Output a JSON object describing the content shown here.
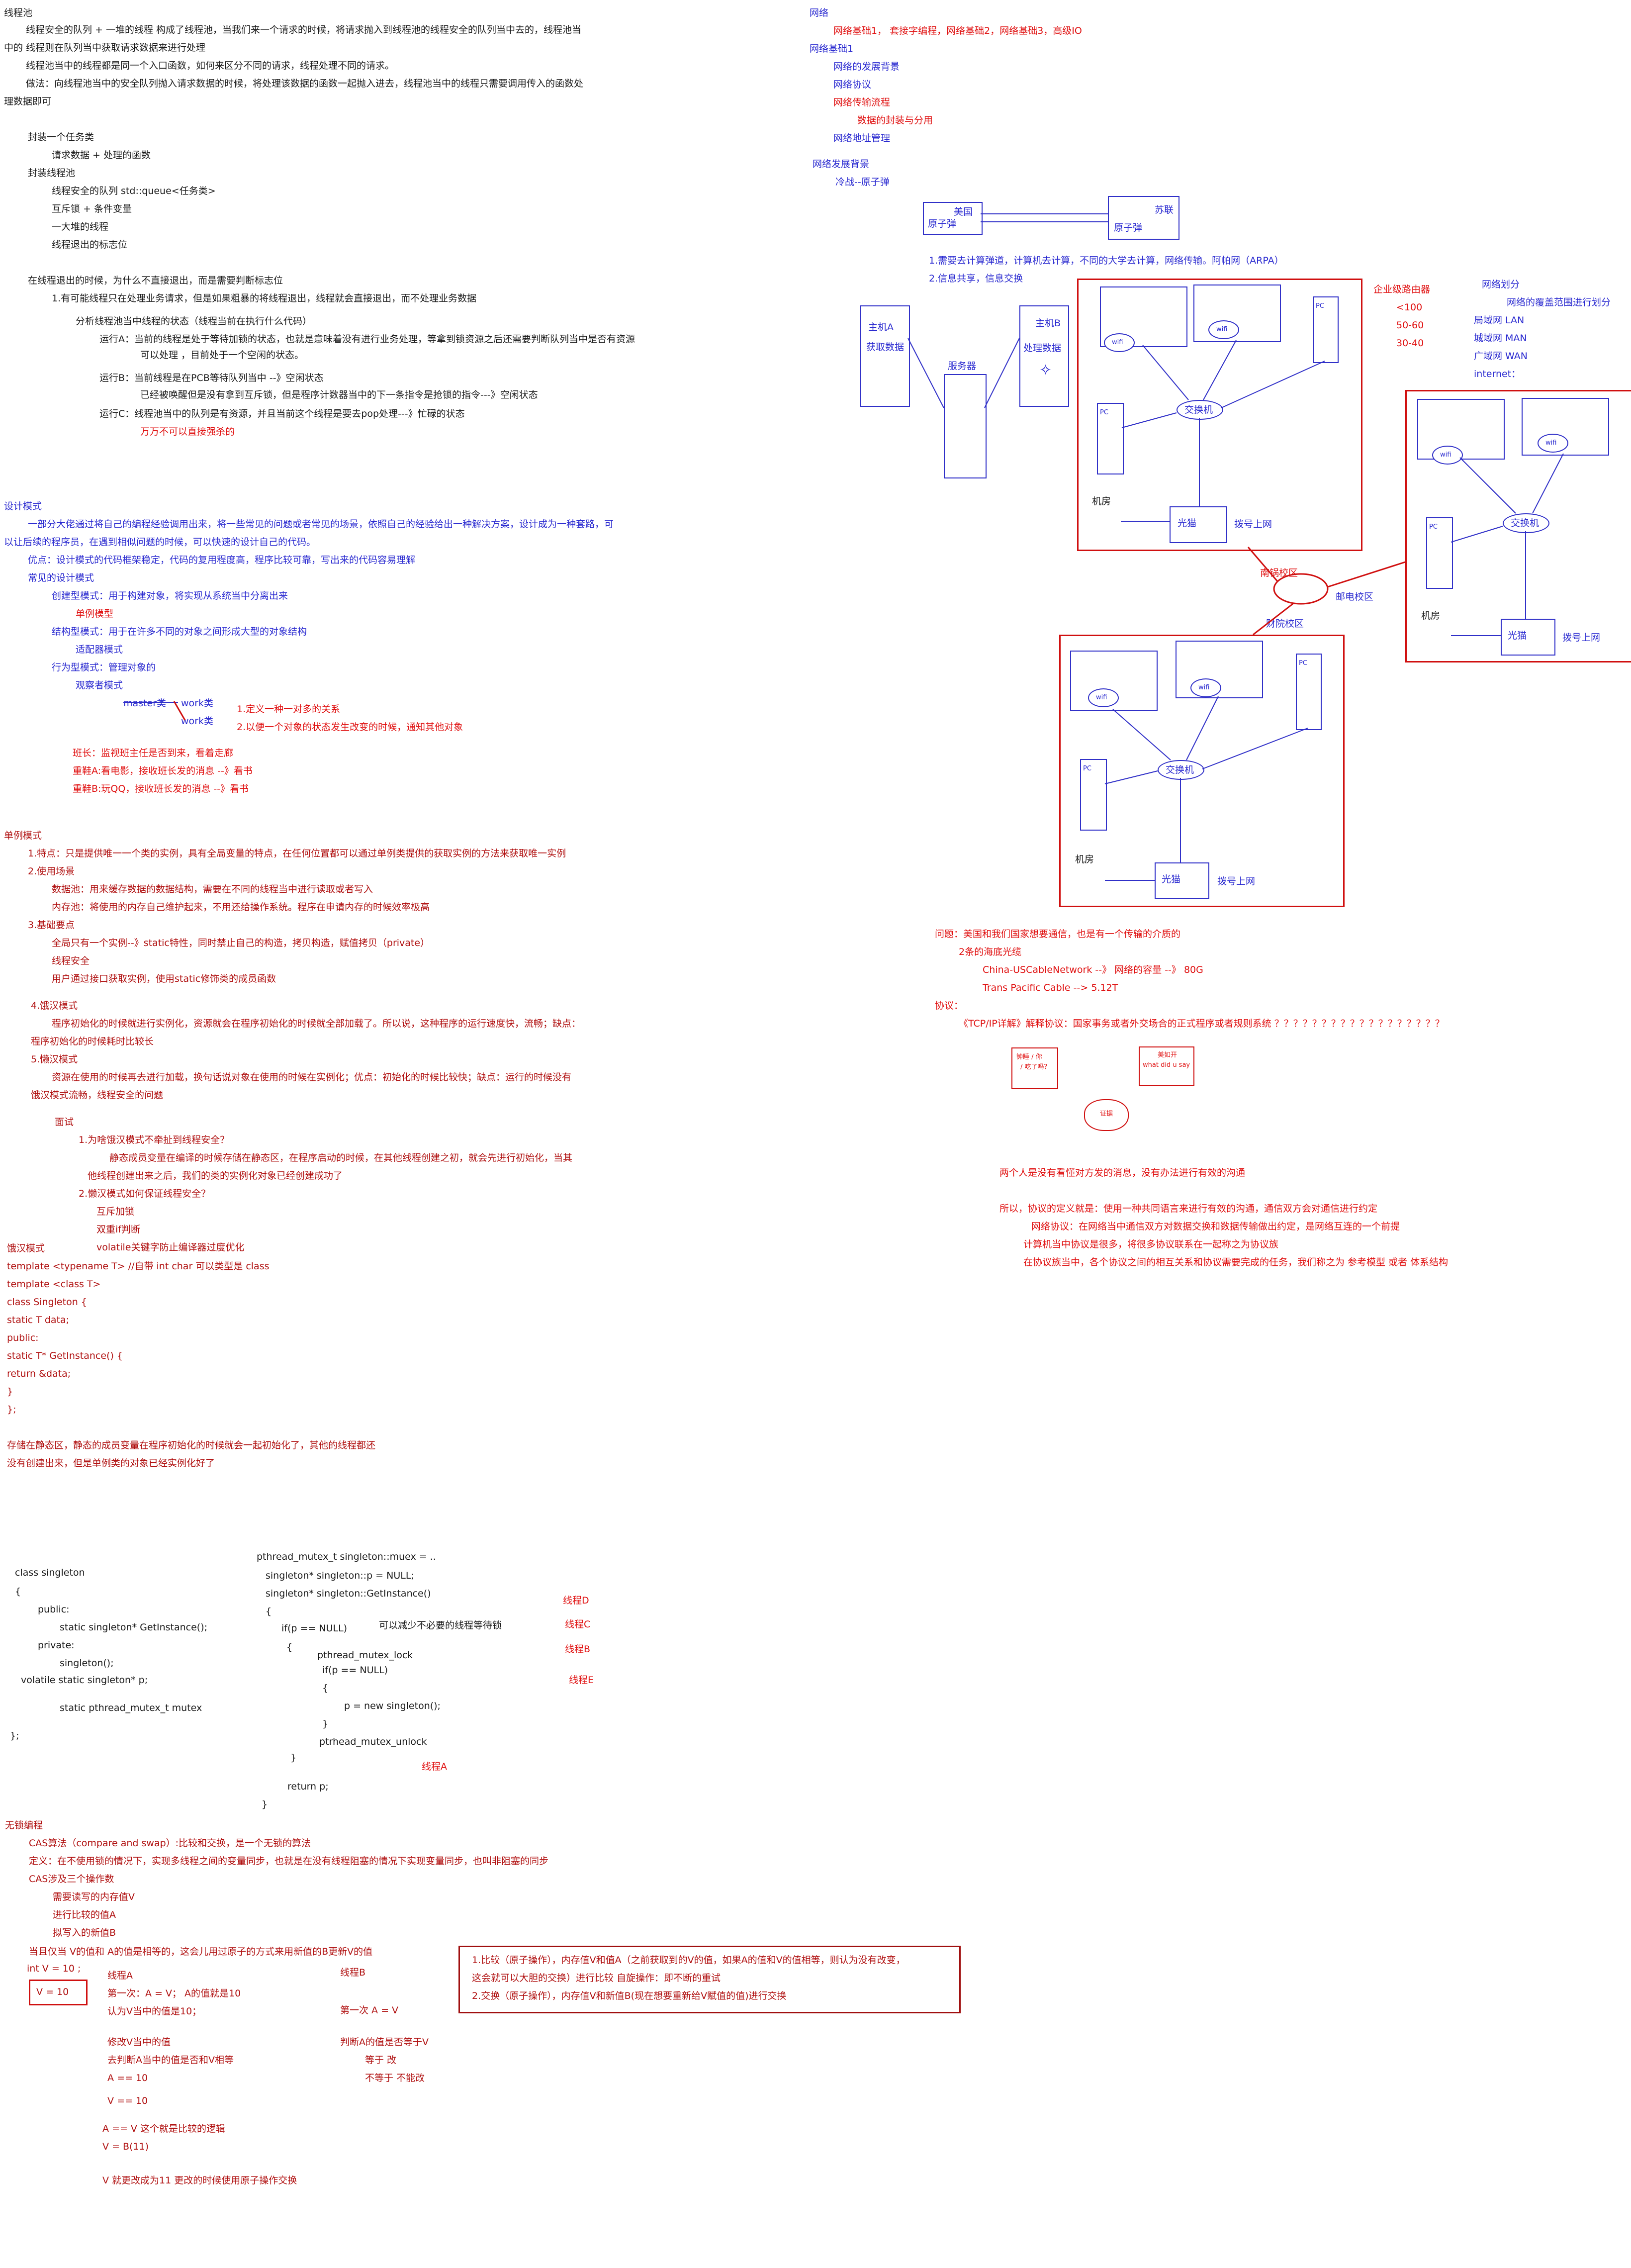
{
  "threadpool": {
    "title": "线程池",
    "p1": "线程安全的队列 + 一堆的线程 构成了线程池，当我们来一个请求的时候，将请求抛入到线程池的线程安全的队列当中去的，线程池当",
    "p1b": "中的 线程则在队列当中获取请求数据来进行处理",
    "p2": "线程池当中的线程都是同一个入口函数，如何来区分不同的请求，线程处理不同的请求。",
    "p3": "做法：向线程池当中的安全队列抛入请求数据的时候，将处理该数据的函数一起抛入进去，线程池当中的线程只需要调用传入的函数处",
    "p3b": "理数据即可",
    "task": "封装一个任务类",
    "task_detail": "请求数据 + 处理的函数",
    "pool": "封装线程池",
    "pool_items": [
      "线程安全的队列 std::queue<任务类>",
      "互斥锁 + 条件变量",
      "一大堆的线程",
      "线程退出的标志位"
    ],
    "exit_q": "在线程退出的时候，为什么不直接退出，而是需要判断标志位",
    "exit_1": "1.有可能线程只在处理业务请求，但是如果粗暴的将线程退出，线程就会直接退出，而不处理业务数据",
    "exit_analysis": "分析线程池当中线程的状态（线程当前在执行什么代码）",
    "runA1": "运行A：当前的线程是处于等待加锁的状态，也就是意味着没有进行业务处理，等拿到锁资源之后还需要判断队列当中是否有资源",
    "runA2": "可以处理 ，目前处于一个空闲的状态。",
    "runB1": "运行B：当前线程是在PCB等待队列当中 --》空闲状态",
    "runB2": "已经被唤醒但是没有拿到互斥锁，但是程序计数器当中的下一条指令是抢锁的指令---》空闲状态",
    "runC1": "运行C：线程池当中的队列是有资源，并且当前这个线程是要去pop处理---》忙碌的状态",
    "runC2": "万万不可以直接强杀的"
  },
  "design": {
    "title": "设计模式",
    "intro1": "一部分大佬通过将自己的编程经验调用出来，将一些常见的问题或者常见的场景，依照自己的经验给出一种解决方案，设计成为一种套路，可",
    "intro2": "以让后续的程序员，在遇到相似问题的时候，可以快速的设计自己的代码。",
    "pros": "优点：设计模式的代码框架稳定，代码的复用程度高，程序比较可靠，写出来的代码容易理解",
    "common": "常见的设计模式",
    "creational": "创建型模式：用于构建对象，将实现从系统当中分离出来",
    "singleton": "单例模型",
    "structural": "结构型模式：用于在许多不同的对象之间形成大型的对象结构",
    "adapter": "适配器模式",
    "behavioral": "行为型模式：管理对象的",
    "observer": "观察者模式",
    "master": "master类",
    "work1": "work类",
    "work2": "work类",
    "obs1": "1.定义一种一对多的关系",
    "obs2": "2.以便一个对象的状态发生改变的时候，通知其他对象",
    "ex1": "班长：监视班主任是否到来，看着走廊",
    "ex2": "重鞋A:看电影，接收班长发的消息 --》看书",
    "ex3": "重鞋B:玩QQ，接收班长发的消息 --》看书"
  },
  "single": {
    "title": "单例模式",
    "f1": "1.特点：只是提供唯一一个类的实例，具有全局变量的特点，在任何位置都可以通过单例类提供的获取实例的方法来获取唯一实例",
    "f2": "2.使用场景",
    "f2a": "数据池：用来缓存数据的数据结构，需要在不同的线程当中进行读取或者写入",
    "f2b": "内存池：将使用的内存自己维护起来，不用还给操作系统。程序在申请内存的时候效率极高",
    "f3": "3.基础要点",
    "f3a": "全局只有一个实例--》static特性，同时禁止自己的构造，拷贝构造，赋值拷贝（private）",
    "f3b": "线程安全",
    "f3c": "用户通过接口获取实例，使用static修饰类的成员函数",
    "f4": "4.饿汉模式",
    "f4a": "程序初始化的时候就进行实例化，资源就会在程序初始化的时候就全部加载了。所以说，这种程序的运行速度快，流畅；缺点：",
    "f4b": "程序初始化的时候耗时比较长",
    "f5": "5.懒汉模式",
    "f5a": "资源在使用的时候再去进行加载，换句话说对象在使用的时候在实例化；优点：初始化的时候比较快；缺点：运行的时候没有",
    "f5b": "饿汉模式流畅，线程安全的问题",
    "iv": "面试",
    "iv1": "1.为啥饿汉模式不牵扯到线程安全？",
    "iv1a": "静态成员变量在编译的时候存储在静态区，在程序启动的时候，在其他线程创建之初，就会先进行初始化，当其",
    "iv1b": "他线程创建出来之后，我们的类的实例化对象已经创建成功了",
    "iv2": "2.懒汉模式如何保证线程安全？",
    "iv2a": "互斥加锁",
    "iv2b": "双重if判断",
    "lazy_vol": "volatile关键字防止编译器过度优化"
  },
  "code1": {
    "hungry": "饿汉模式",
    "lines": [
      "template <typename T>  //自带 int char 可以类型是 class",
      "template <class T>",
      "class Singleton {",
      "  static T data;",
      "public:",
      "  static T* GetInstance() {",
      "    return &data;",
      "  }",
      "};"
    ],
    "note1": "存储在静态区，静态的成员变量在程序初始化的时候就会一起初始化了，其他的线程都还",
    "note2": "没有创建出来，但是单例类的对象已经实例化好了"
  },
  "code2": {
    "left": [
      "class singleton",
      "{",
      "public:",
      "static singleton* GetInstance();",
      "private:",
      "singleton();",
      "volatile static singleton* p;",
      "static pthread_mutex_t mutex",
      "};"
    ],
    "right": [
      "pthread_mutex_t singleton::muex = ..",
      "singleton* singleton::p = NULL;",
      "singleton* singleton::GetInstance()",
      "{",
      "if(p == NULL)",
      "{",
      "pthread_mutex_lock",
      "if(p == NULL)",
      "{",
      "p  = new singleton();",
      "}",
      "ptrhead_mutex_unlock",
      "}",
      "return p;",
      "}"
    ],
    "comment": "可以减少不必要的线程等待锁",
    "threads": [
      "线程D",
      "线程C",
      "线程B",
      "线程E",
      "线程A"
    ]
  },
  "cas": {
    "title": "无锁编程",
    "l1": "CAS算法（compare and swap）:比较和交换，是一个无锁的算法",
    "l2": "定义：在不使用锁的情况下，实现多线程之间的变量同步，也就是在没有线程阻塞的情况下实现变量同步，也叫非阻塞的同步",
    "l3": "CAS涉及三个操作数",
    "l3a": "需要读写的内存值V",
    "l3b": "进行比较的值A",
    "l3c": "拟写入的新值B",
    "l4": "当且仅当 V的值和 A的值是相等的，这会儿用过原子的方式来用新值的B更新V的值",
    "init": "int V = 10 ;",
    "vbox": "V = 10",
    "tA": "线程A",
    "tB": "线程B",
    "a1": "第一次：A = V；     A的值就是10",
    "a2": "认为V当中的值是10；",
    "a3": "修改V当中的值",
    "a4": "去判断A当中的值是否和V相等",
    "a5": "A == 10",
    "a6": "V == 10",
    "a7": "A == V  这个就是比较的逻辑",
    "a8": "V = B(11)",
    "a9": "V 就更改成为11  更改的时候使用原子操作交换",
    "b1": "第一次 A = V",
    "b2": "判断A的值是否等于V",
    "b3": "等于 改",
    "b4": "不等于 不能改",
    "box1": "1.比较（原子操作），内存值V和值A（之前获取到的V的值，如果A的值和V的值相等，则认为没有改变，",
    "box2": "这会就可以大胆的交换）进行比较      自旋操作：即不断的重试",
    "box3": "2.交换（原子操作），内存值V和新值B(现在想要重新给V赋值的值)进行交换"
  },
  "network": {
    "title": "网络",
    "links": "网络基础1， 套接字编程，网络基础2，网络基础3，高级IO",
    "base1": "网络基础1",
    "t1": "网络的发展背景",
    "t2": "网络协议",
    "t3": "网络传输流程",
    "t3a": "数据的封装与分用",
    "t4": "网络地址管理",
    "bg": "网络发展背景",
    "cold": "冷战--原子弹",
    "usa1": "美国",
    "usa2": "原子弹",
    "ussr1": "苏联",
    "ussr2": "原子弹",
    "n1": "1.需要去计算弹道，计算机去计算，不同的大学去计算，网络传输。阿帕网（ARPA）",
    "n2": "2.信息共享，信息交换",
    "hostA": "主机A",
    "hostA2": "获取数据",
    "server": "服务器",
    "hostB": "主机B",
    "hostB2": "处理数据",
    "enterprise": "企业级路由器",
    "e1": "<100",
    "e2": "50-60",
    "e3": "30-40",
    "div": "网络划分",
    "div2": "网络的覆盖范围进行划分",
    "lan": "局域网 LAN",
    "man": "城域网 MAN",
    "wan": "广域网 WAN",
    "internet": "internet：",
    "sw": "交换机",
    "fiber": "光猫",
    "dial": "拨号上网",
    "room": "机房",
    "wifi": "wifi",
    "pc": "PC",
    "c1": "南锅校区",
    "c2": "邮电校区",
    "c3": "财院校区",
    "pr1": "问题：美国和我们国家想要通信，也是有一个传输的介质的",
    "pr2": "2条的海底光缆",
    "pr3": "China-USCableNetwork --》 网络的容量 --》 80G",
    "pr4": "Trans Pacific Cable --> 5.12T",
    "proto": "协议：",
    "proto2": "《TCP/IP详解》解释协议：国家事务或者外交场合的正式程序或者规则系统 ？？？？？？？？？？？？？？？？？？",
    "bub1a": "钟睡 / 你",
    "bub1b": "/ 吃了吗？",
    "bub2a": "美如开",
    "bub2b": "what did u say",
    "bub3": "证据",
    "q1": "两个人是没有看懂对方发的消息，没有办法进行有效的沟通",
    "q2": "所以，协议的定义就是：使用一种共同语言来进行有效的沟通，通信双方会对通信进行约定",
    "q3": "网络协议：在网络当中通信双方对数据交换和数据传输做出约定，是网络互连的一个前提",
    "q4": "计算机当中协议是很多，将很多协议联系在一起称之为协议族",
    "q5": "在协议族当中，各个协议之间的相互关系和协议需要完成的任务，我们称之为 参考模型 或者 体系结构"
  }
}
